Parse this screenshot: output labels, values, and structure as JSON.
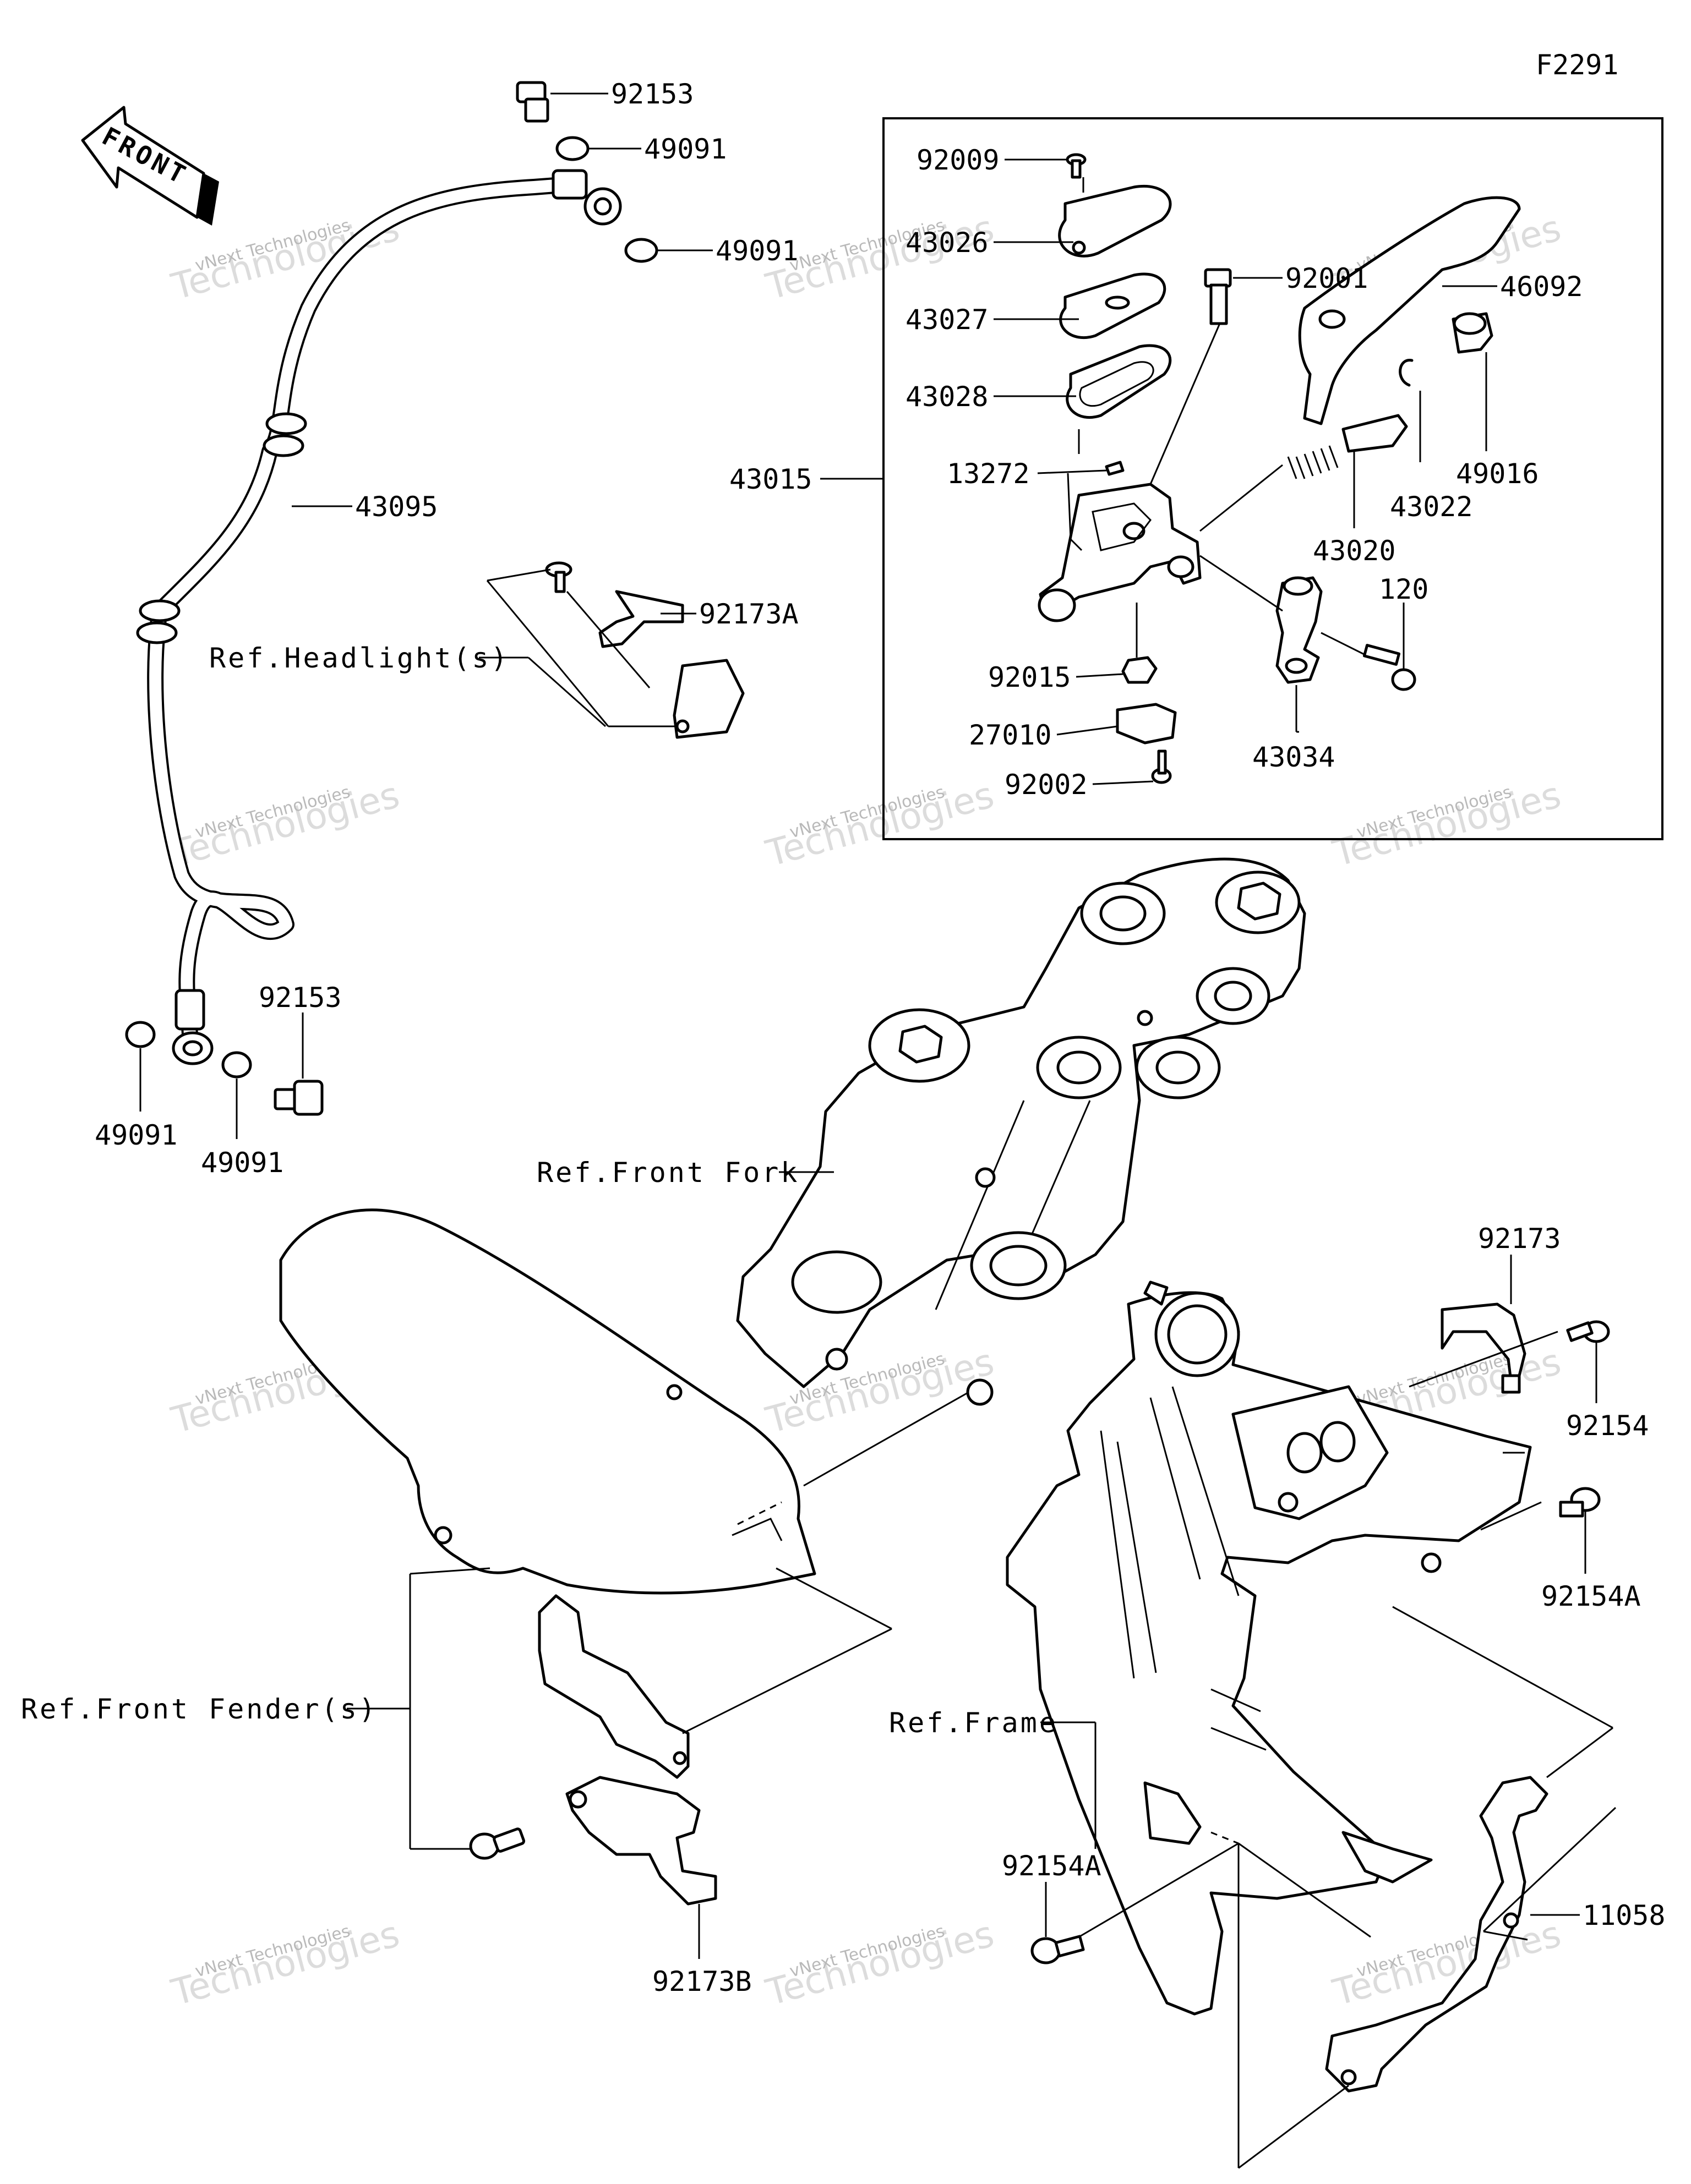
{
  "diagram_code": "F2291",
  "front_arrow": "FRONT",
  "watermark": {
    "small": "vNext Technologies",
    "large": "Technologies"
  },
  "labels": {
    "p92153_top": "92153",
    "p49091_a": "49091",
    "p49091_b": "49091",
    "p43095": "43095",
    "p92173A": "92173A",
    "ref_headlight": "Ref.Headlight(s)",
    "p92153_bot": "92153",
    "p49091_c": "49091",
    "p49091_d": "49091",
    "p92009": "92009",
    "p43026": "43026",
    "p43027": "43027",
    "p43028": "43028",
    "p43015": "43015",
    "p13272": "13272",
    "p92015": "92015",
    "p27010": "27010",
    "p92002": "92002",
    "p92001": "92001",
    "p46092": "46092",
    "p49016": "49016",
    "p43022": "43022",
    "p43020": "43020",
    "p120": "120",
    "p43034": "43034",
    "ref_front_fork": "Ref.Front Fork",
    "p92173": "92173",
    "p92154": "92154",
    "p92154A_a": "92154A",
    "ref_front_fender": "Ref.Front Fender(s)",
    "ref_frame": "Ref.Frame",
    "p92154A_b": "92154A",
    "p11058": "11058",
    "p92173B": "92173B"
  }
}
